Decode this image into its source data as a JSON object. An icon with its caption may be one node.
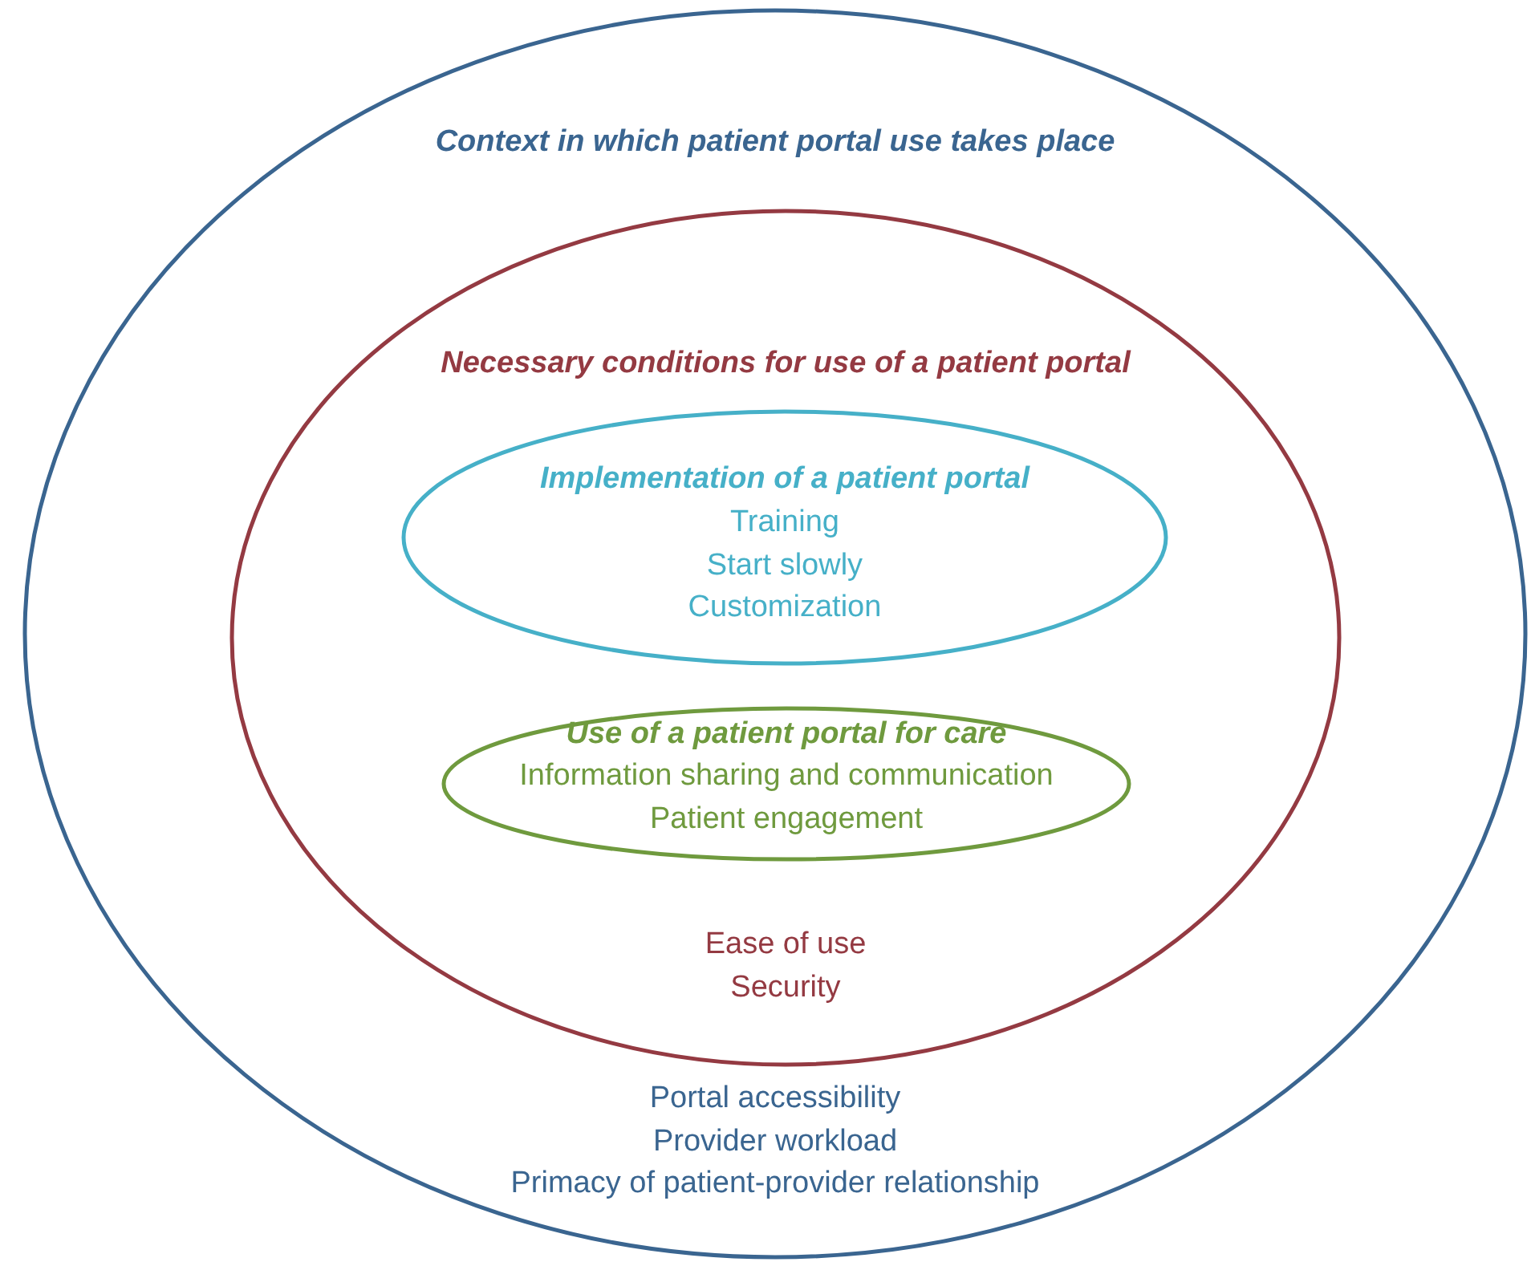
{
  "diagram": {
    "nodes": [
      {
        "text": [
          "Context in which patient portal use takes place",
          "Portal accessibility",
          "Provider workload",
          "Primacy of patient-provider relationship"
        ]
      },
      {
        "text": [
          "Necessary conditions for use of a patient portal",
          "Ease of use",
          "Security"
        ],
        "in": 0
      },
      {
        "text": [
          "Implementation of a patient portal",
          "Training",
          "Start slowly",
          "Customization"
        ],
        "in": 1
      },
      {
        "text": [
          "Use of a patient portal for care",
          "Information sharing and communication",
          "Patient engagement"
        ],
        "in": 1
      }
    ]
  }
}
